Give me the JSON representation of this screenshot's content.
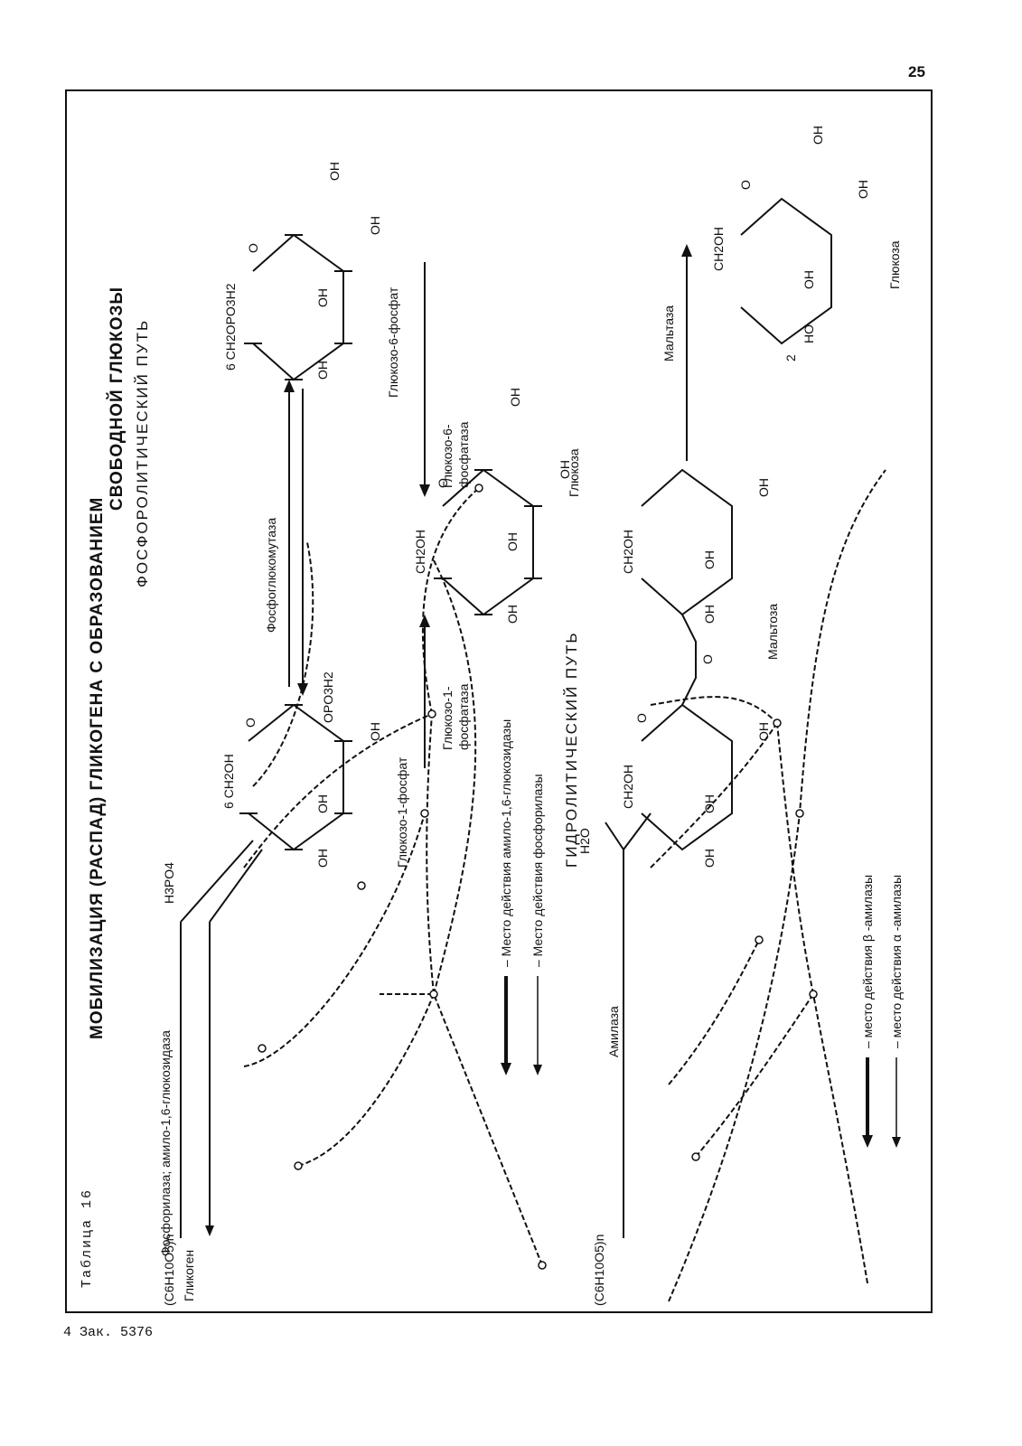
{
  "page": {
    "number": "25",
    "footer": "4 Зак. 5376",
    "table_label": "Таблица 16",
    "title_line1": "МОБИЛИЗАЦИЯ (РАСПАД) ГЛИКОГЕНА С ОБРАЗОВАНИЕМ",
    "title_line2": "СВОБОДНОЙ ГЛЮКОЗЫ"
  },
  "phosphorolytic": {
    "heading": "ФОСФОРОЛИТИЧЕСКИЙ ПУТЬ",
    "substrate": "(C6H10O5)n",
    "glycogen_label": "Гликоген",
    "enzyme": "Фосфорилаза; амило-1,6-глюкозидаза",
    "reagent": "H3PO4",
    "g1p": {
      "ch2oh": "6 CH2OH",
      "ring_o": "O",
      "opo": "OPO3H2",
      "oh1": "OH",
      "oh2": "OH",
      "oh3": "OH",
      "name": "Глюкозо-1-фосфат"
    },
    "mutase": "Фосфоглюкомутаза",
    "g6p": {
      "ch2": "6 CH2OPO3H2",
      "ring_o": "O",
      "oh1": "OH",
      "oh2": "OH",
      "oh3": "OH",
      "oh4": "OH",
      "name": "Глюкозо-6-фосфат"
    },
    "phosphatase1": [
      "Глюкозо-1-",
      "фосфатаза"
    ],
    "phosphatase6": [
      "Глюкозо-6-",
      "фосфатаза"
    ],
    "glucose": {
      "ch2oh": "CH2OH",
      "ring_o": "O",
      "oh1": "OH",
      "oh2": "OH",
      "oh3": "OH",
      "oh4": "OH",
      "name": "Глюкоза"
    },
    "legend1": "– Место действия амило-1,6-глюкозидазы",
    "legend2": "– Место действия фосфорилазы"
  },
  "hydrolytic": {
    "heading": "ГИДРОЛИТИЧЕСКИЙ ПУТЬ",
    "substrate": "(C6H10O5)n",
    "enzyme": "Амилаза",
    "water": "H2O",
    "maltose": {
      "ch2oh_a": "CH2OH",
      "ch2oh_b": "CH2OH",
      "ring_o": "O",
      "bridge_o": "O",
      "oh1": "OH",
      "oh2": "OH",
      "oh3": "OH",
      "oh4": "OH",
      "oh5": "OH",
      "oh6": "OH",
      "name": "Мальтоза"
    },
    "maltase": "Мальтаза",
    "glucose": {
      "ch2oh": "CH2OH",
      "ring_o": "O",
      "oh1": "OH",
      "oh2": "OH",
      "oh3": "OH",
      "ho": "HO",
      "num": "2",
      "name": "Глюкоза"
    },
    "legend1": "– место действия β -амилазы",
    "legend2": "– место действия α -амилазы"
  }
}
